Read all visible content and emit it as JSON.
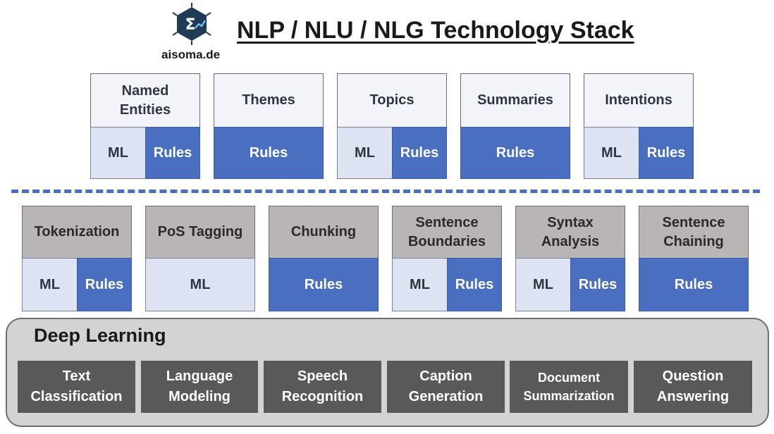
{
  "header": {
    "title": "NLP / NLU / NLG Technology Stack",
    "logo_text": "aisoma.de",
    "logo_glyph": "Σ"
  },
  "top_row": [
    {
      "label": "Named\nEntities",
      "ml": "ML",
      "rules": "Rules"
    },
    {
      "label": "Themes",
      "rules": "Rules"
    },
    {
      "label": "Topics",
      "ml": "ML",
      "rules": "Rules"
    },
    {
      "label": "Summaries",
      "rules": "Rules"
    },
    {
      "label": "Intentions",
      "ml": "ML",
      "rules": "Rules"
    }
  ],
  "middle_row": [
    {
      "label": "Tokenization",
      "ml": "ML",
      "rules": "Rules"
    },
    {
      "label": "PoS Tagging",
      "ml": "ML"
    },
    {
      "label": "Chunking",
      "rules": "Rules"
    },
    {
      "label": "Sentence\nBoundaries",
      "ml": "ML",
      "rules": "Rules"
    },
    {
      "label": "Syntax\nAnalysis",
      "ml": "ML",
      "rules": "Rules"
    },
    {
      "label": "Sentence\nChaining",
      "rules": "Rules"
    }
  ],
  "deep_learning": {
    "title": "Deep Learning",
    "items": [
      "Text\nClassification",
      "Language\nModeling",
      "Speech\nRecognition",
      "Caption\nGeneration",
      "Document\nSummarization",
      "Question\nAnswering"
    ]
  },
  "colors": {
    "rules_blue": "#4a6fc1",
    "ml_light": "#dde3f2",
    "gray_head": "#b8b5b4",
    "dark_gray": "#595959",
    "logo_navy": "#1f3b57"
  }
}
